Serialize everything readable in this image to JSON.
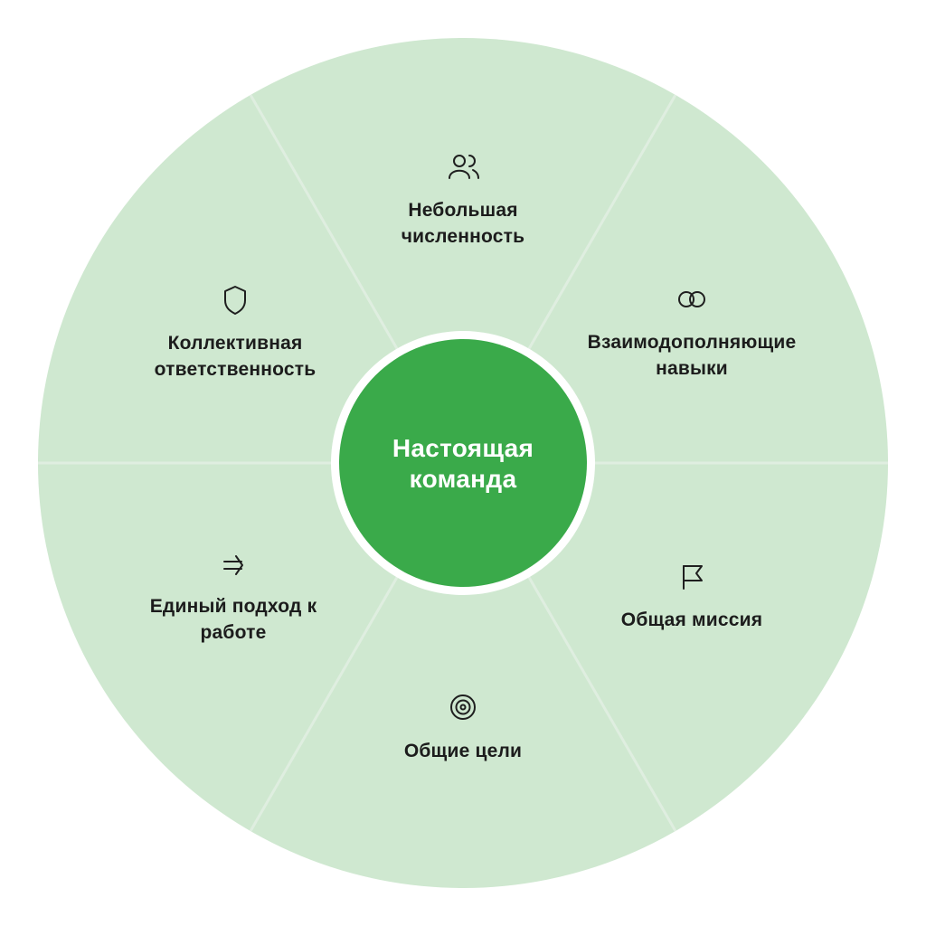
{
  "colors": {
    "segment_fill": "#cfe8d0",
    "divider": "#dfeee0",
    "center_fill": "#3aaa4a",
    "center_ring": "#ffffff",
    "text_dark": "#1c1c1c",
    "text_light": "#ffffff"
  },
  "center": {
    "line1": "Настоящая",
    "line2": "команда"
  },
  "segments": [
    {
      "icon": "people-icon",
      "line1": "Небольшая",
      "line2": "численность"
    },
    {
      "icon": "overlapping-circles-icon",
      "line1": "Взаимодополняющие",
      "line2": "навыки"
    },
    {
      "icon": "flag-icon",
      "line1": "Общая миссия",
      "line2": ""
    },
    {
      "icon": "target-icon",
      "line1": "Общие цели",
      "line2": ""
    },
    {
      "icon": "double-arrow-icon",
      "line1": "Единый подход к",
      "line2": "работе"
    },
    {
      "icon": "shield-icon",
      "line1": "Коллективная",
      "line2": "ответственность"
    }
  ]
}
